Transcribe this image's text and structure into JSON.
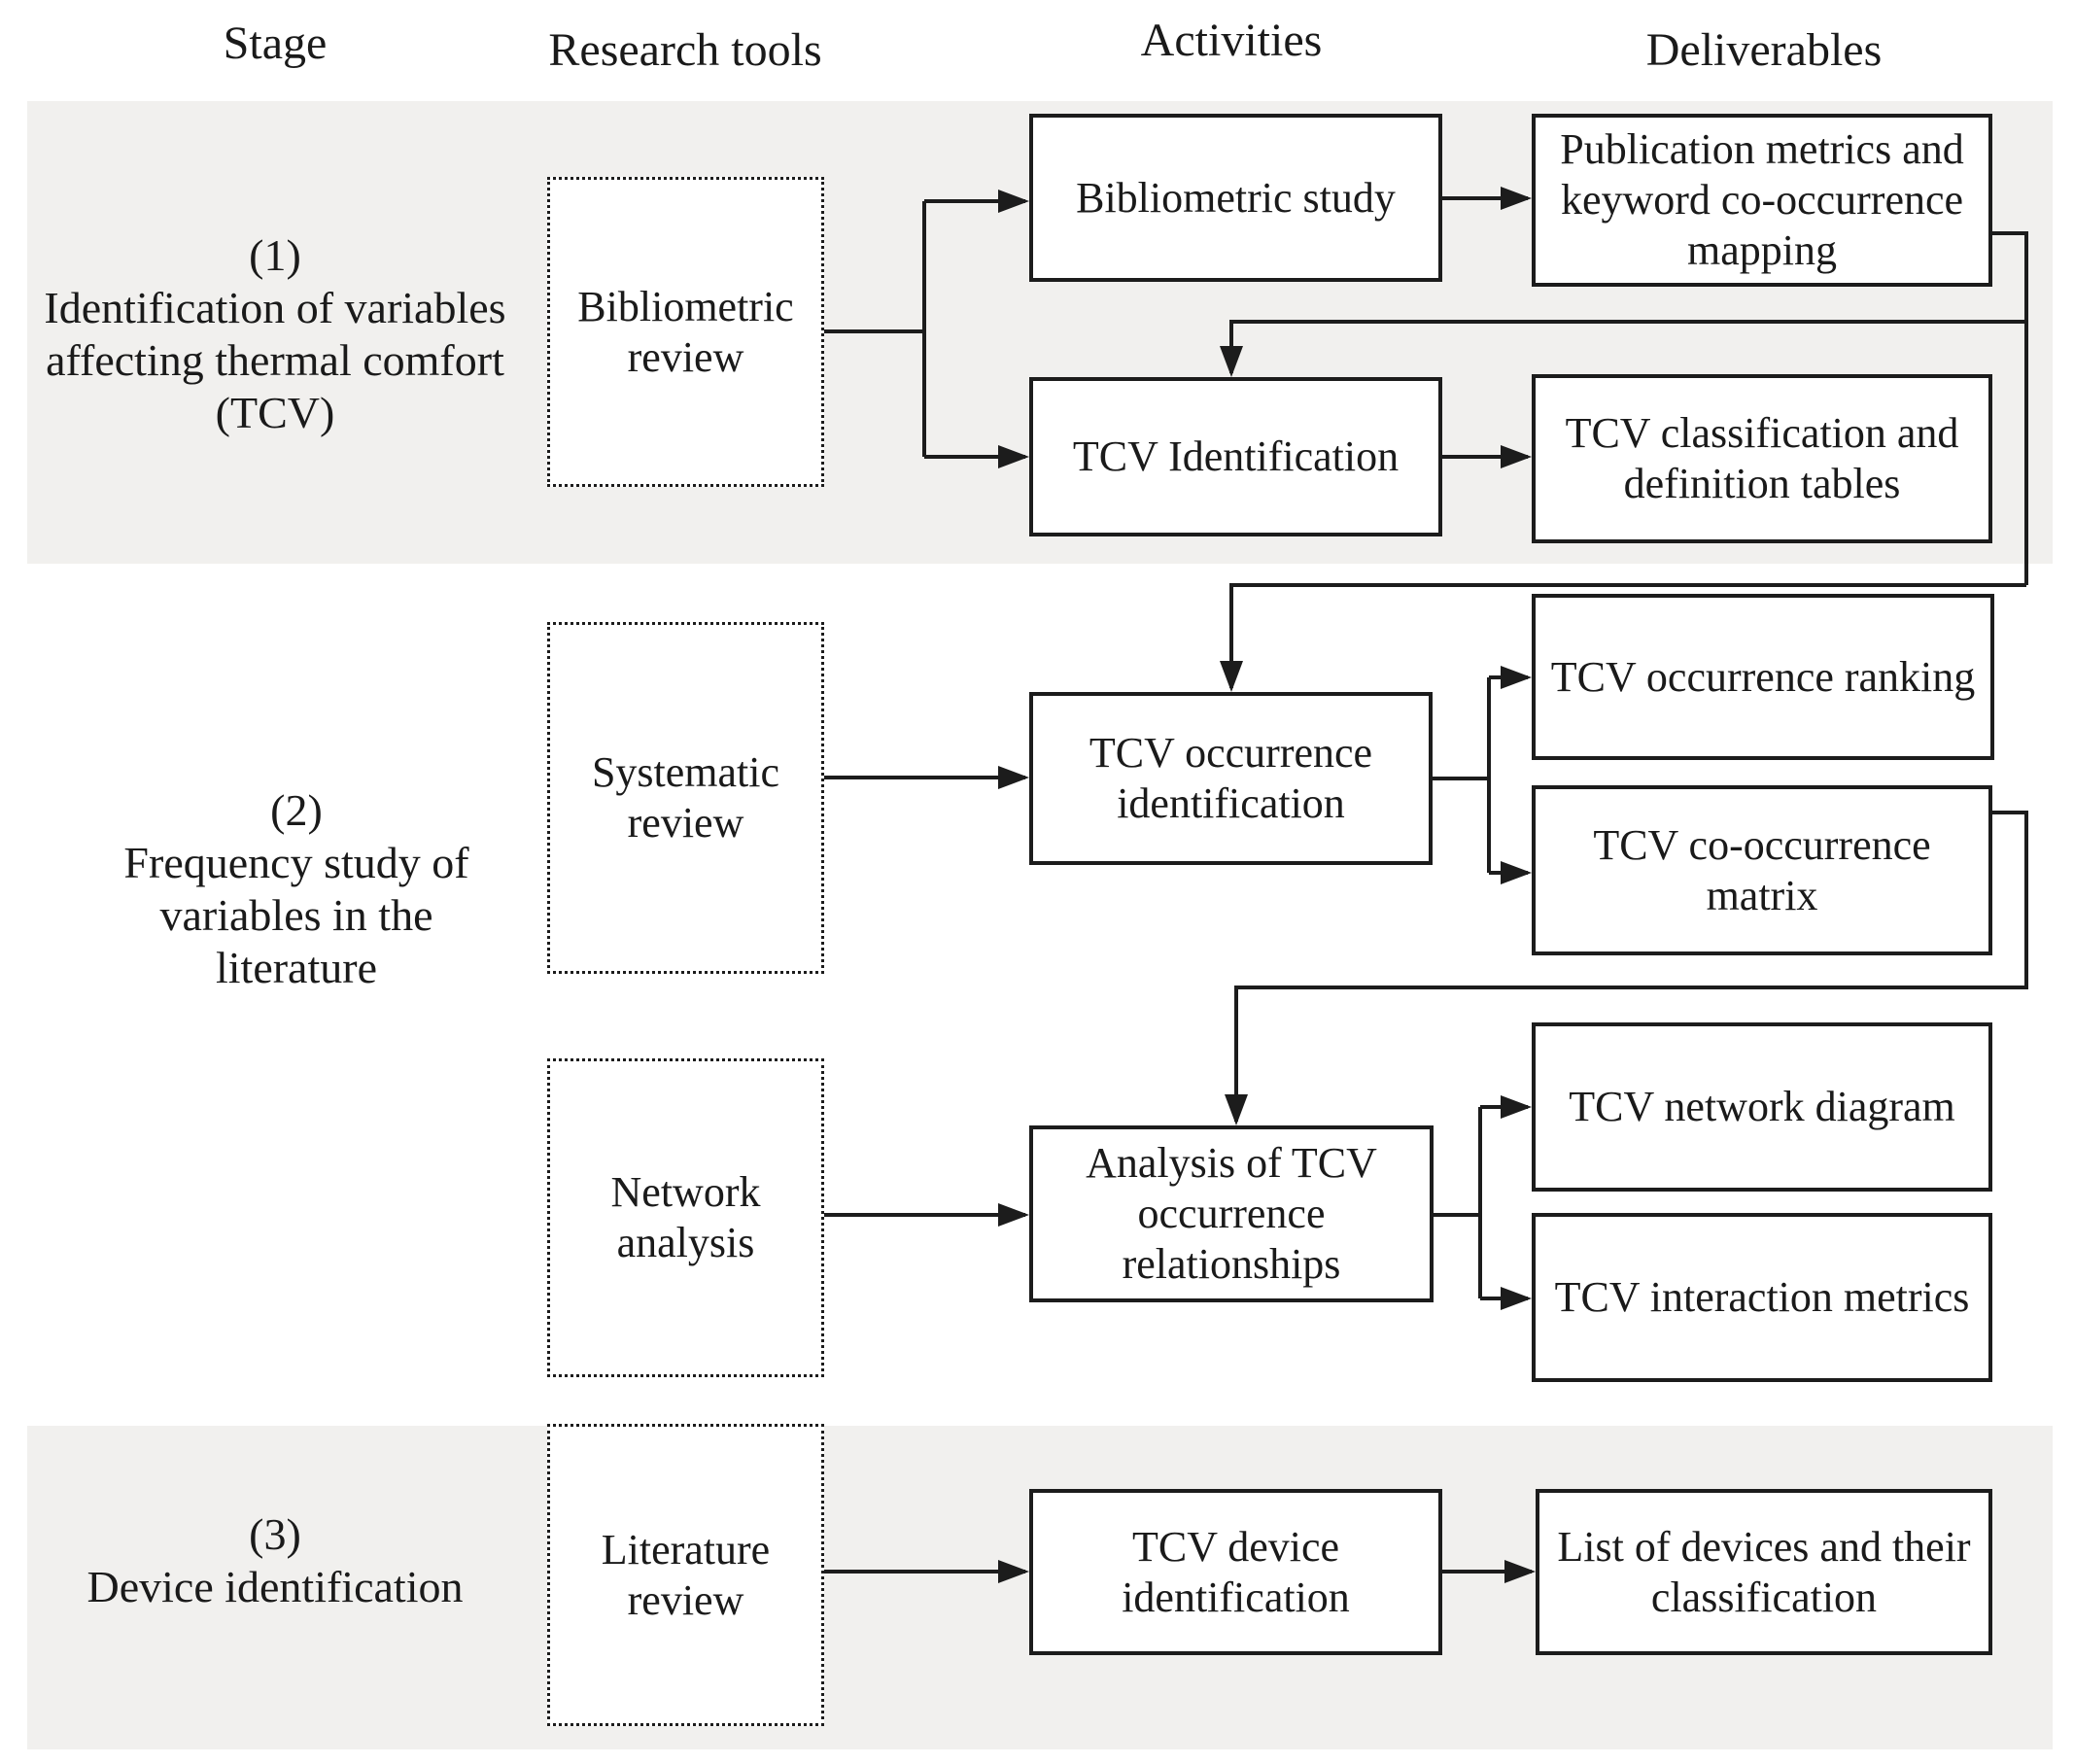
{
  "colors": {
    "band": "#f1f0ee",
    "line": "#1c1c1c",
    "box-bg": "#ffffff",
    "text": "#1a1a1a"
  },
  "headers": {
    "stage": "Stage",
    "research_tools": "Research tools",
    "activities": "Activities",
    "deliverables": "Deliverables"
  },
  "stages": [
    {
      "number": "(1)",
      "title": "Identification of variables affecting thermal comfort (TCV)"
    },
    {
      "number": "(2)",
      "title": "Frequency study of variables in the literature"
    },
    {
      "number": "(3)",
      "title": "Device identification"
    }
  ],
  "tools": [
    {
      "label": "Bibliometric review"
    },
    {
      "label": "Systematic review"
    },
    {
      "label": "Network analysis"
    },
    {
      "label": "Literature review"
    }
  ],
  "activities": [
    {
      "label": "Bibliometric study"
    },
    {
      "label": "TCV Identification"
    },
    {
      "label": "TCV occurrence identification"
    },
    {
      "label": "Analysis of TCV occurrence relationships"
    },
    {
      "label": "TCV device identification"
    }
  ],
  "deliverables": [
    {
      "label": "Publication metrics and keyword co-occurrence mapping"
    },
    {
      "label": "TCV classification and definition tables"
    },
    {
      "label": "TCV occurrence ranking"
    },
    {
      "label": "TCV co-occurrence matrix"
    },
    {
      "label": "TCV network diagram"
    },
    {
      "label": "TCV interaction metrics"
    },
    {
      "label": "List of devices and their classification"
    }
  ]
}
